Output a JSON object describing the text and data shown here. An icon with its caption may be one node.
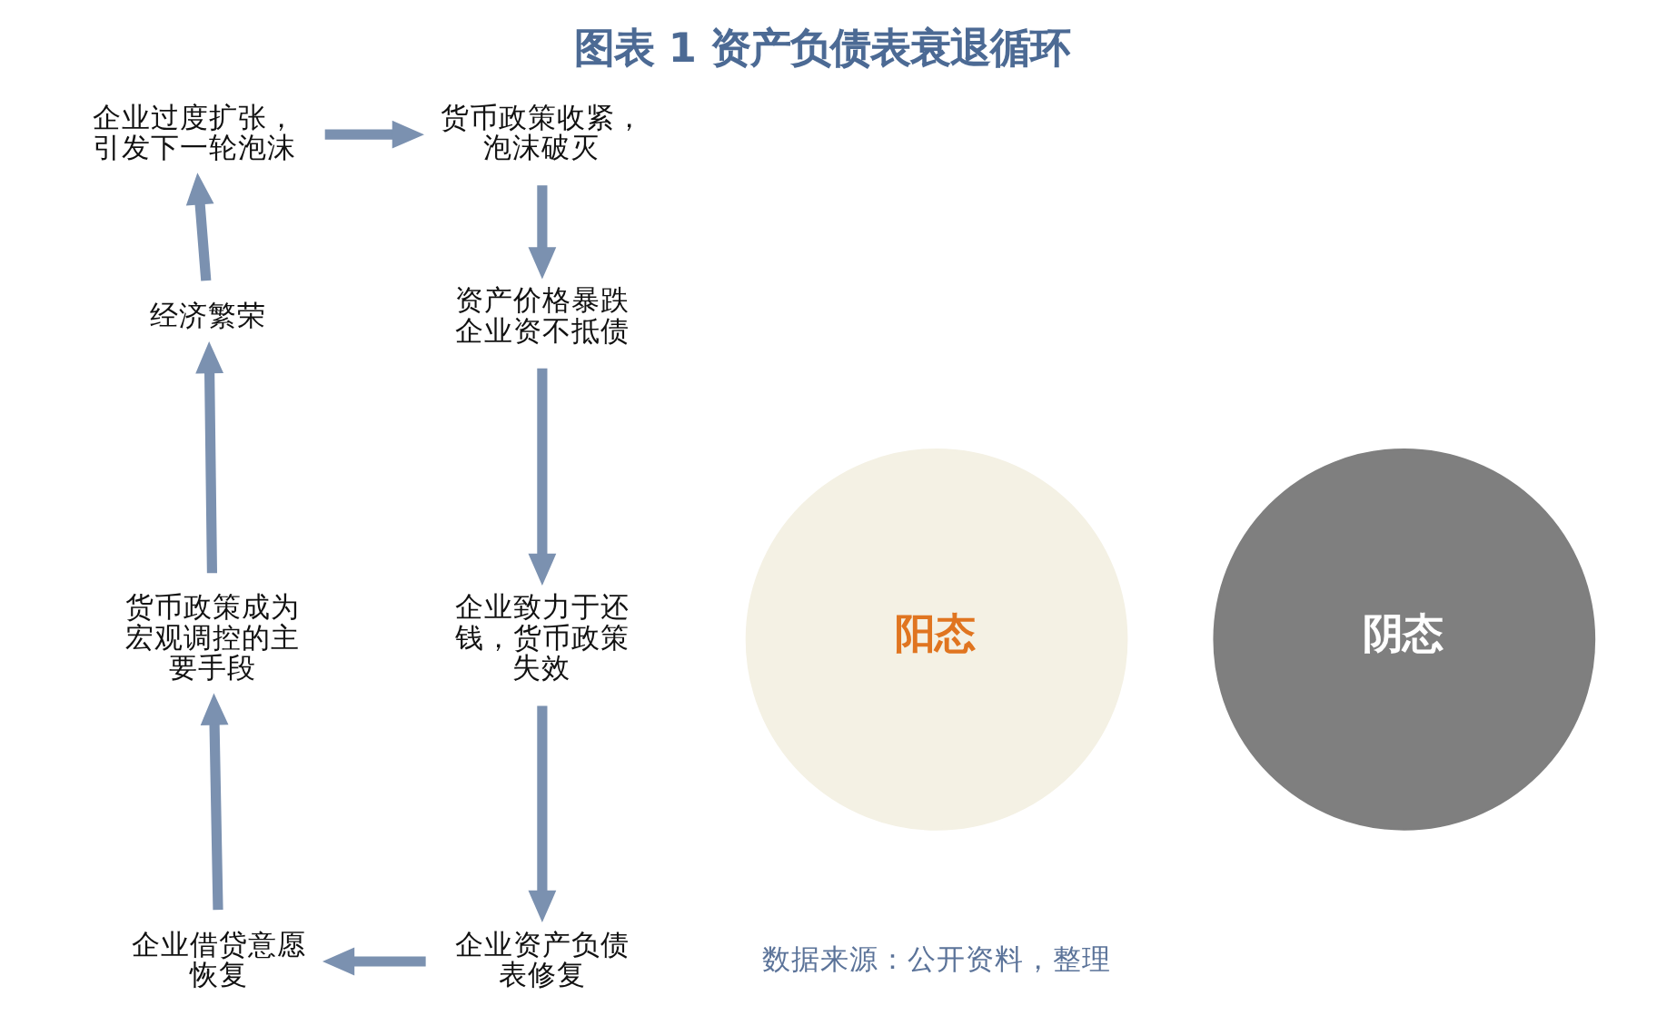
{
  "diagram": {
    "title": "图表 1 资产负债表衰退循环",
    "caption": "数据来源：公开资料，整理",
    "nodes": [
      {
        "text": [
          "企业过度扩张，引发下一轮泡沫"
        ]
      },
      {
        "text": [
          "货币政策收紧，泡沫破灭"
        ]
      },
      {
        "text": [
          "资产价格暴跌",
          "企业资不抵债"
        ]
      },
      {
        "text": [
          "企业致力于还钱，货币政策失效"
        ]
      },
      {
        "text": [
          "企业资产负债表修复"
        ]
      },
      {
        "text": [
          "企业借贷意愿恢复"
        ]
      },
      {
        "text": [
          "货币政策成为宏观调控的主要手段"
        ]
      },
      {
        "text": [
          "经济繁荣"
        ]
      },
      {
        "text": [
          "阳态"
        ]
      },
      {
        "text": [
          "阴态"
        ]
      }
    ],
    "edges": [
      {
        "from": 0,
        "to": 1,
        "arrow": "to"
      },
      {
        "from": 1,
        "to": 2,
        "arrow": "to"
      },
      {
        "from": 2,
        "to": 3,
        "arrow": "to"
      },
      {
        "from": 3,
        "to": 4,
        "arrow": "to"
      },
      {
        "from": 4,
        "to": 5,
        "arrow": "to"
      },
      {
        "from": 5,
        "to": 6,
        "arrow": "to"
      },
      {
        "from": 6,
        "to": 7,
        "arrow": "to"
      },
      {
        "from": 7,
        "to": 0,
        "arrow": "to"
      }
    ]
  }
}
